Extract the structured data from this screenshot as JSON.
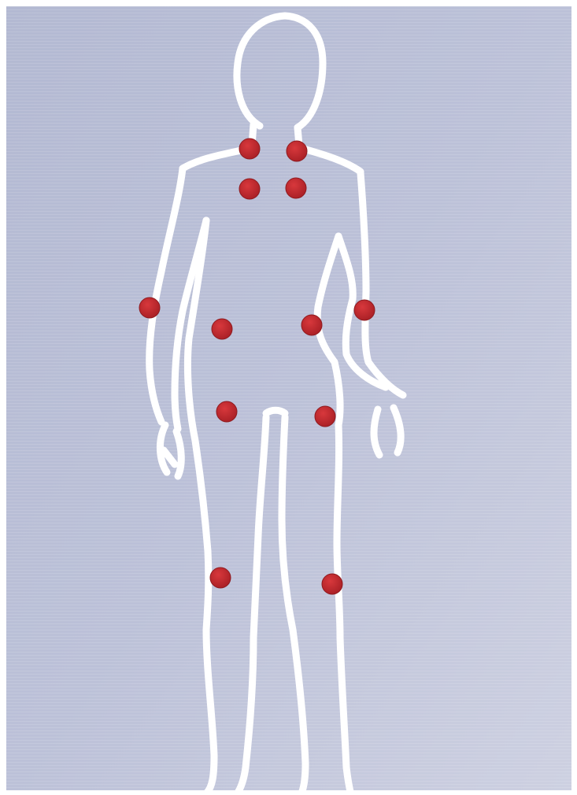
{
  "figure": {
    "colors": {
      "background": "#b8bdd4",
      "background_light": "#d2d5e4",
      "outline": "#ffffff",
      "marker": "#c0272d",
      "marker_edge": "#8e1a1f"
    },
    "markers": [
      {
        "name": "neck-left-marker"
      },
      {
        "name": "neck-right-marker"
      },
      {
        "name": "upper-back-left-marker"
      },
      {
        "name": "upper-back-right-marker"
      },
      {
        "name": "elbow-left-marker"
      },
      {
        "name": "elbow-right-marker"
      },
      {
        "name": "lower-back-left-marker"
      },
      {
        "name": "lower-back-right-marker"
      },
      {
        "name": "hip-left-marker"
      },
      {
        "name": "hip-right-marker"
      },
      {
        "name": "knee-left-marker"
      },
      {
        "name": "knee-right-marker"
      }
    ]
  }
}
